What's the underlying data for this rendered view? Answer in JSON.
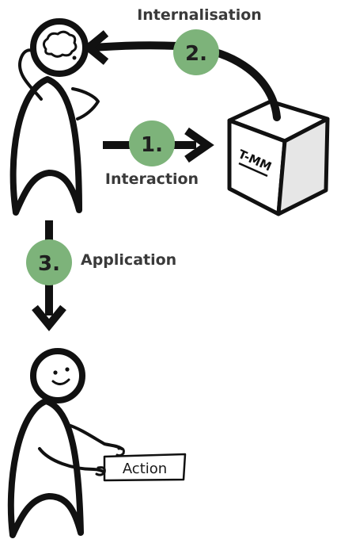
{
  "labels": {
    "internalisation": "Internalisation",
    "interaction": "Interaction",
    "application": "Application",
    "action": "Action"
  },
  "steps": {
    "one": "1.",
    "two": "2.",
    "three": "3."
  },
  "box": {
    "label": "T-MM"
  },
  "colors": {
    "step_circle": "#7db37a",
    "ink": "#111111",
    "box_shade": "#e6e6e6"
  }
}
